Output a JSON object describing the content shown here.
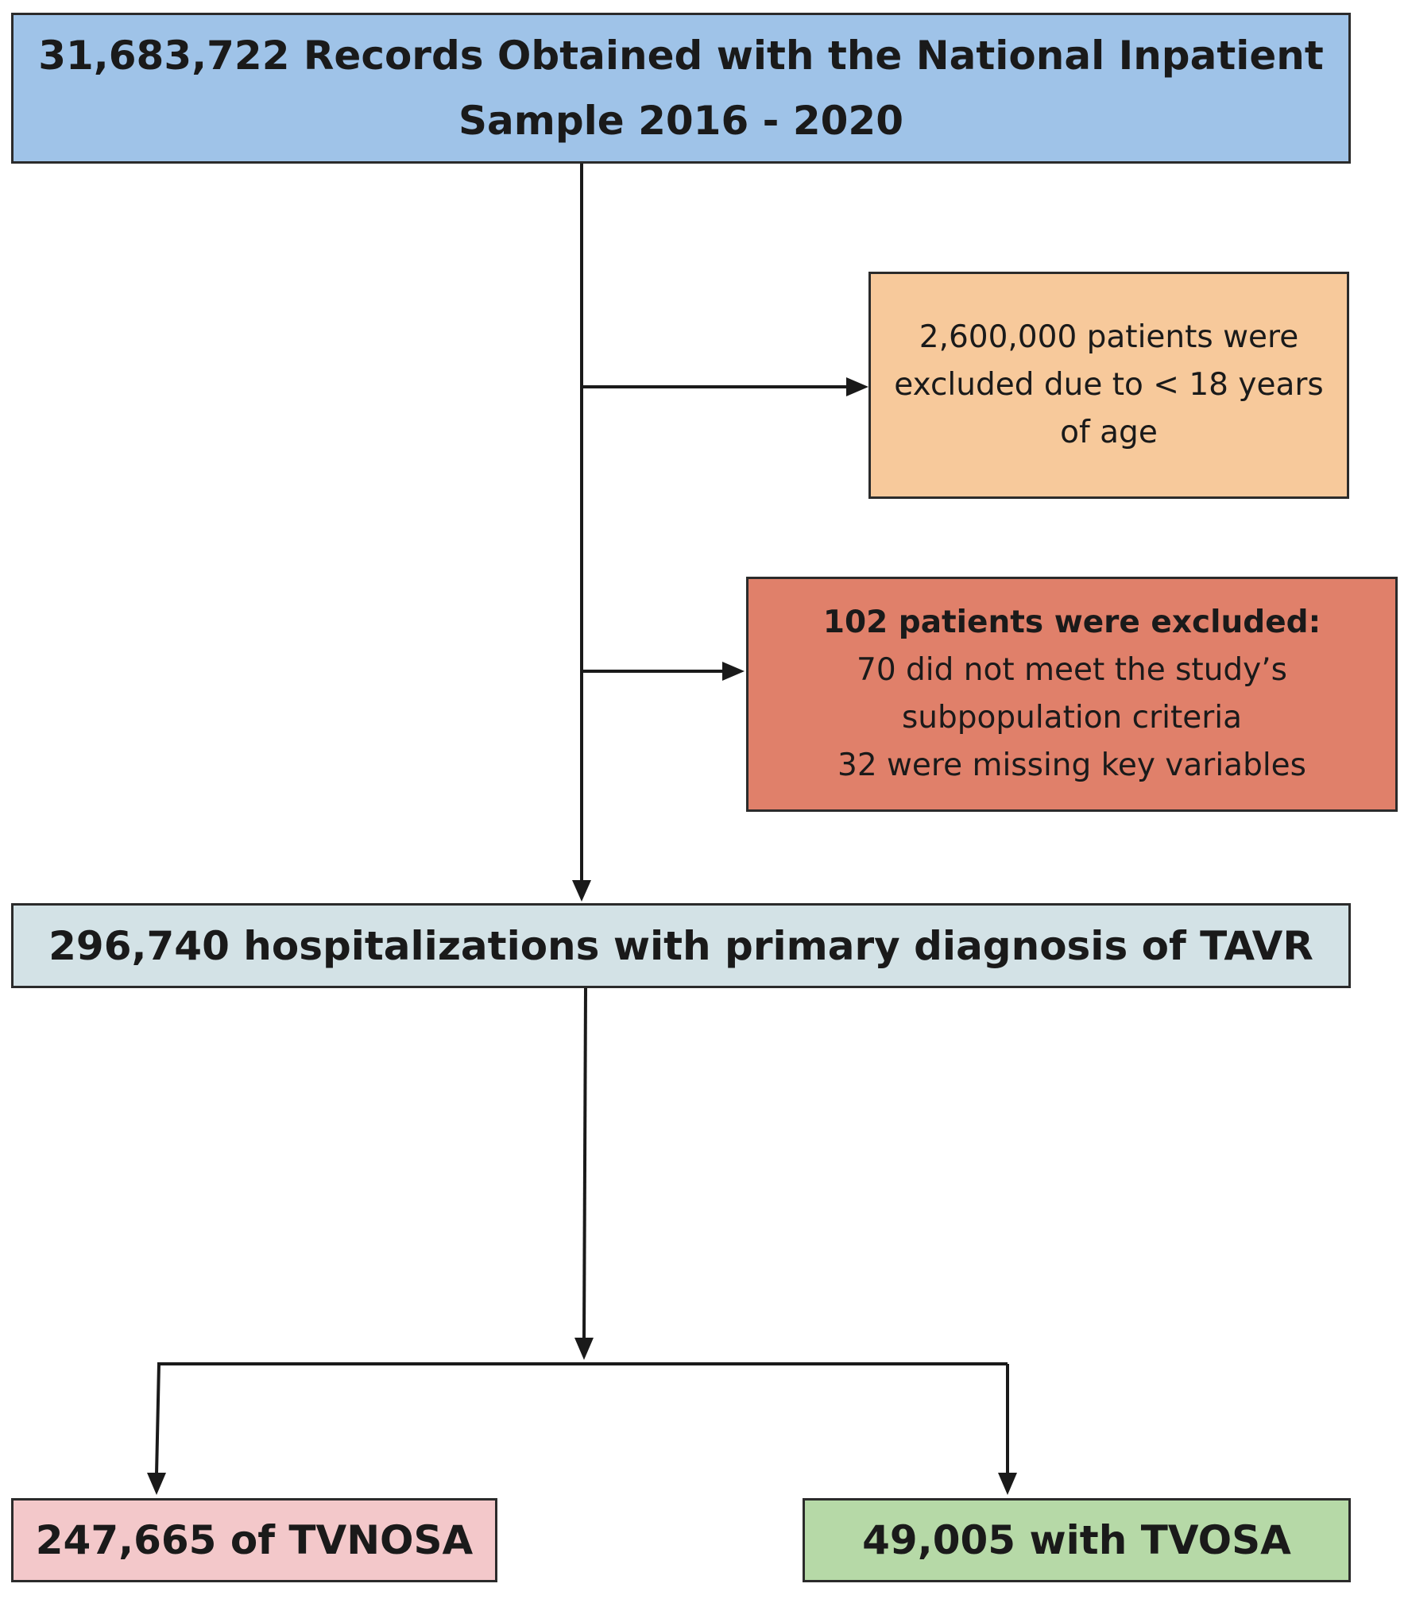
{
  "nodes": {
    "records": {
      "line1": "31,683,722 Records Obtained with the National Inpatient",
      "line2": "Sample 2016 - 2020",
      "fill": "#9fc3e8"
    },
    "age_exclusion": {
      "line1": "2,600,000 patients were",
      "line2": "excluded due to < 18 years",
      "line3": "of age",
      "fill": "#f7c99b"
    },
    "criteria_exclusion": {
      "heading": "102 patients were excluded:",
      "line1": "70 did not meet the study’s",
      "line2": "subpopulation criteria",
      "line3": "32 were missing key variables",
      "fill": "#e0806a"
    },
    "hospitalizations": {
      "text": "296,740 hospitalizations with primary diagnosis of TAVR",
      "fill": "#d3e2e6"
    },
    "tvnosa": {
      "text": "247,665 of TVNOSA",
      "fill": "#f3c8ca"
    },
    "tvosa": {
      "text": "49,005 with TVOSA",
      "fill": "#b6d9a7"
    }
  },
  "edges": [
    {
      "from": "records",
      "to": "hospitalizations"
    },
    {
      "from": "records",
      "to": "age_exclusion"
    },
    {
      "from": "records",
      "to": "criteria_exclusion"
    },
    {
      "from": "hospitalizations",
      "to": "tvnosa"
    },
    {
      "from": "hospitalizations",
      "to": "tvosa"
    }
  ]
}
